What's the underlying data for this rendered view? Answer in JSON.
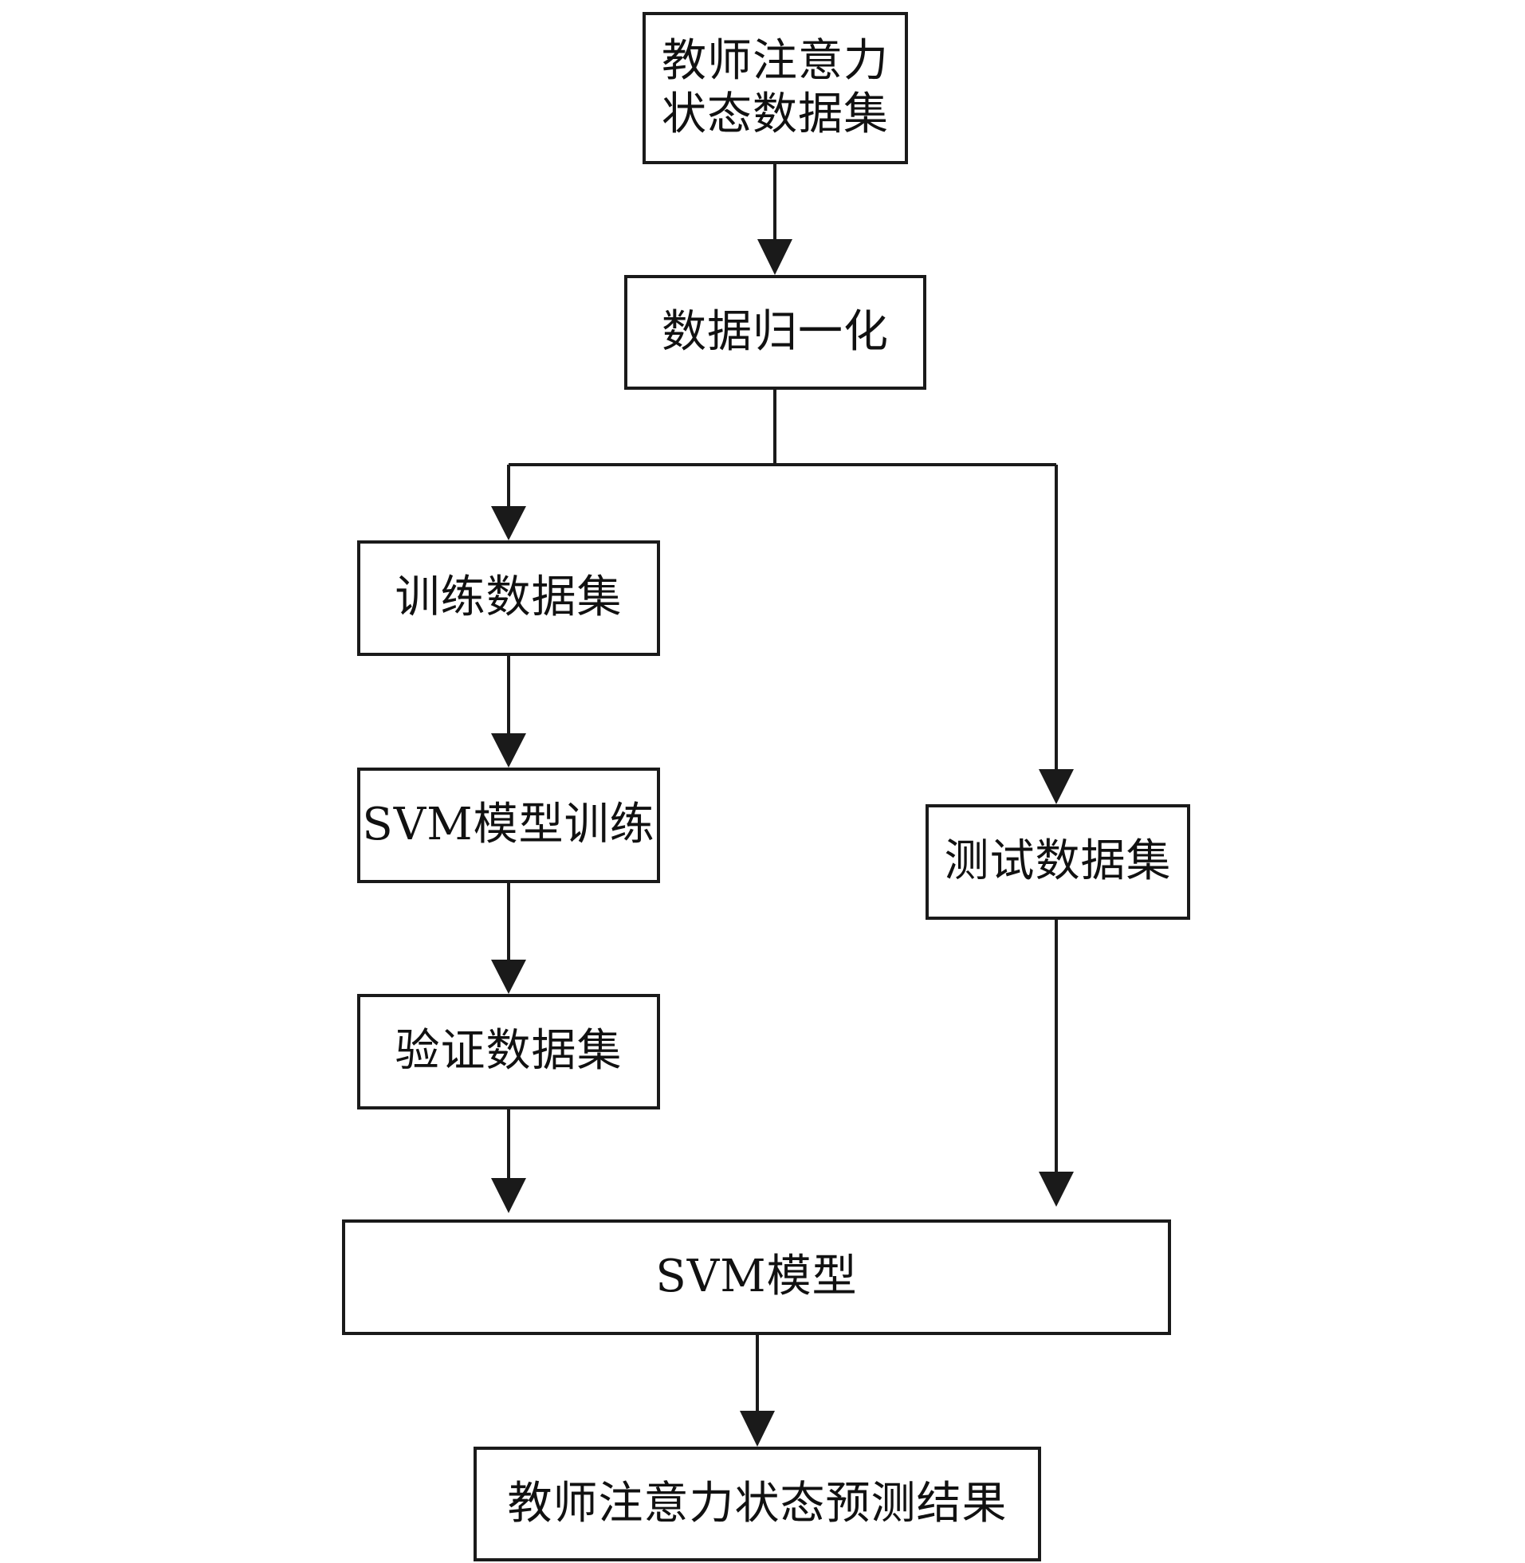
{
  "nodes": {
    "dataset": "教师注意力\n状态数据集",
    "normalize": "数据归一化",
    "train": "训练数据集",
    "svm_train": "SVM模型训练",
    "validate": "验证数据集",
    "test": "测试数据集",
    "svm": "SVM模型",
    "result": "教师注意力状态预测结果"
  },
  "colors": {
    "stroke": "#1a1a1a",
    "text": "#111111",
    "background": "#ffffff"
  }
}
